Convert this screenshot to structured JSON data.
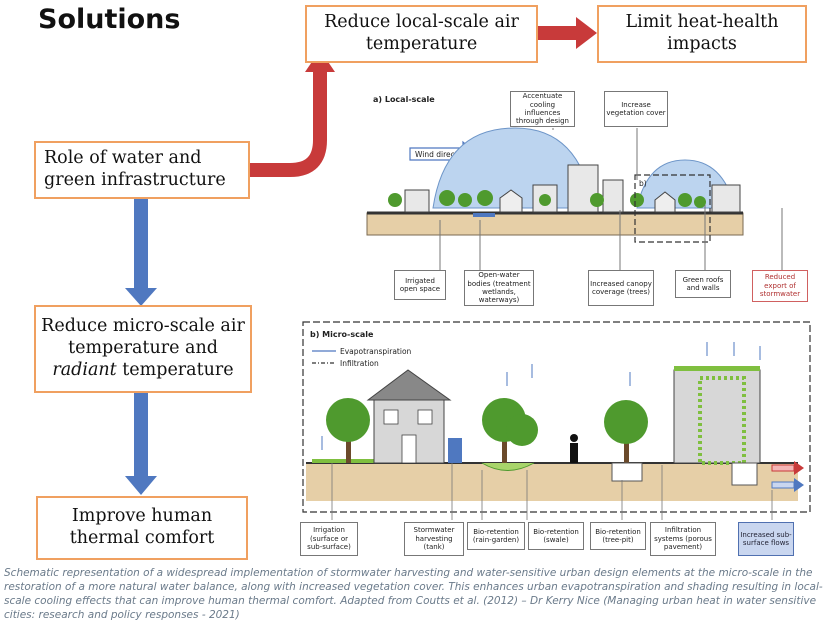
{
  "title": "Solutions",
  "flow": {
    "reduce_local": "Reduce local-scale air temperature",
    "limit_heat": "Limit heat-health impacts",
    "role_water": "Role of water and green infrastructure",
    "reduce_micro_1": "Reduce micro-scale air temperature and",
    "reduce_micro_radiant": "radiant",
    "reduce_micro_2": "temperature",
    "improve_comfort": "Improve human thermal comfort"
  },
  "local_scale": {
    "panel_label": "a) Local-scale",
    "wind_direction": "Wind direction",
    "top_labels": {
      "accentuate": "Accentuate cooling influences through design",
      "increase_veg": "Increase vegetation cover"
    },
    "bottom_labels": {
      "irrigated": "Irrigated open space",
      "open_water": "Open-water bodies (treatment wetlands, waterways)",
      "canopy": "Increased canopy coverage (trees)",
      "green_roofs": "Green roofs and walls",
      "reduced_export": "Reduced export of stormwater"
    },
    "zoom_label": "b)"
  },
  "micro_scale": {
    "panel_label": "b) Micro-scale",
    "legend_evapo": "Evapotranspiration",
    "legend_infil": "Infiltration",
    "bottom_labels": {
      "irrigation": "Irrigation (surface or sub-surface)",
      "stormwater": "Stormwater harvesting (tank)",
      "bio_rain": "Bio-retention (rain-garden)",
      "bio_swale": "Bio-retention (swale)",
      "bio_tree": "Bio-retention (tree-pit)",
      "infiltration": "Infiltration systems (porous pavement)",
      "subsurface": "Increased sub-surface flows"
    }
  },
  "caption": "Schematic representation of a widespread implementation of stormwater harvesting and water-sensitive urban design elements at the micro-scale in the restoration of a more natural water balance, along with increased vegetation cover. This enhances urban evapotranspiration and shading resulting in local-scale cooling effects that can improve human thermal comfort. Adapted from Coutts et al. (2012) – Dr Kerry Nice (Managing urban heat in water sensitive cities: research and policy responses - 2021)",
  "colors": {
    "box_border": "#f0a060",
    "red_arrow": "#c83a3a",
    "blue_arrow": "#4f78c0",
    "ground": "#e6cfa7",
    "tree": "#4f9a2e",
    "dome": "#bcd4ef"
  }
}
